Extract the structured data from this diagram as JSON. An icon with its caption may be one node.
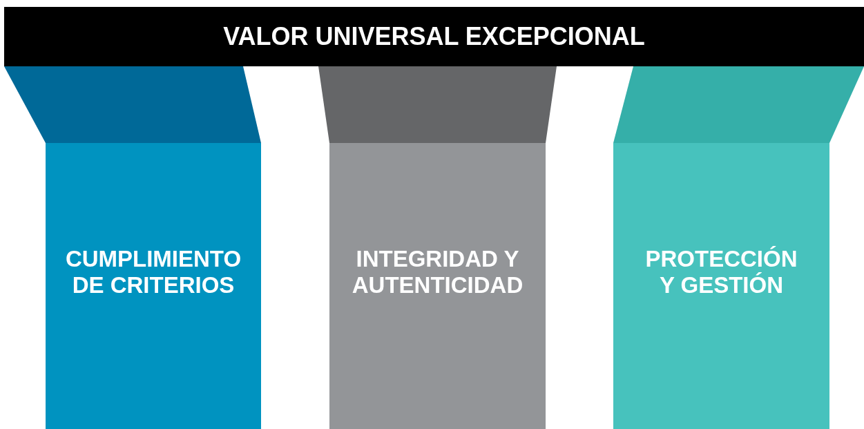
{
  "diagram": {
    "nodes": [
      {
        "text": [
          "VALOR UNIVERSAL EXCEPCIONAL"
        ]
      },
      {
        "text": [],
        "shape": "trapezoid"
      },
      {
        "text": [],
        "shape": "trapezoid"
      },
      {
        "text": [],
        "shape": "trapezoid"
      },
      {
        "text": [
          "CUMPLIMIENTO DE CRITERIOS"
        ]
      },
      {
        "text": [
          "INTEGRIDAD Y AUTENTICIDAD"
        ]
      },
      {
        "text": [
          "PROTECCIÓN Y GESTIÓN"
        ]
      }
    ]
  }
}
